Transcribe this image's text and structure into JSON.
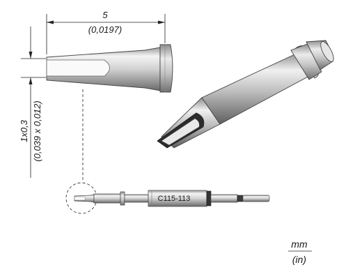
{
  "dimensions": {
    "length_mm": "5",
    "length_in": "(0,0197)",
    "tip_mm": "1x0,3",
    "tip_in": "(0,039 x 0,012)"
  },
  "part_number": "C115-113",
  "units": {
    "metric": "mm",
    "imperial": "(in)"
  },
  "colors": {
    "line": "#222222",
    "metal_light": "#f2f2f2",
    "metal_dark": "#6e6e6e",
    "band": "#333333"
  }
}
